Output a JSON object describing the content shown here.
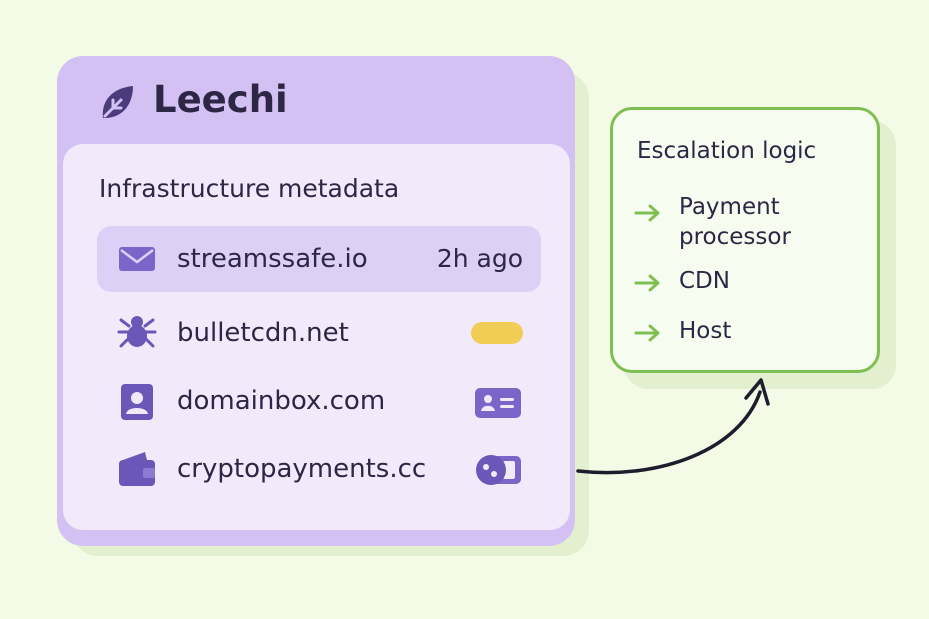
{
  "app": {
    "title": "Leechi",
    "logo_icon": "leaf-icon",
    "panel": {
      "title": "Infrastructure metadata",
      "rows": [
        {
          "icon": "envelope-icon",
          "label": "streamssafe.io",
          "meta": "2h ago",
          "highlighted": true
        },
        {
          "icon": "spider-icon",
          "label": "bulletcdn.net",
          "indicator": "yellow-pill"
        },
        {
          "icon": "user-icon",
          "label": "domainbox.com",
          "indicator": "id-card-icon"
        },
        {
          "icon": "wallet-icon",
          "label": "cryptopayments.cc",
          "indicator": "coins-card-icon"
        }
      ]
    }
  },
  "escalation": {
    "title": "Escalation logic",
    "items": [
      "Payment processor",
      "CDN",
      "Host"
    ],
    "arrow_icon": "arrow-right-icon"
  },
  "colors": {
    "background": "#f3fbe6",
    "card": "#d3c1f4",
    "panel": "#f2e9fb",
    "accent_purple": "#6b57b8",
    "accent_green": "#7fbf52",
    "pill_yellow": "#f2cd55",
    "text": "#2e2645"
  }
}
